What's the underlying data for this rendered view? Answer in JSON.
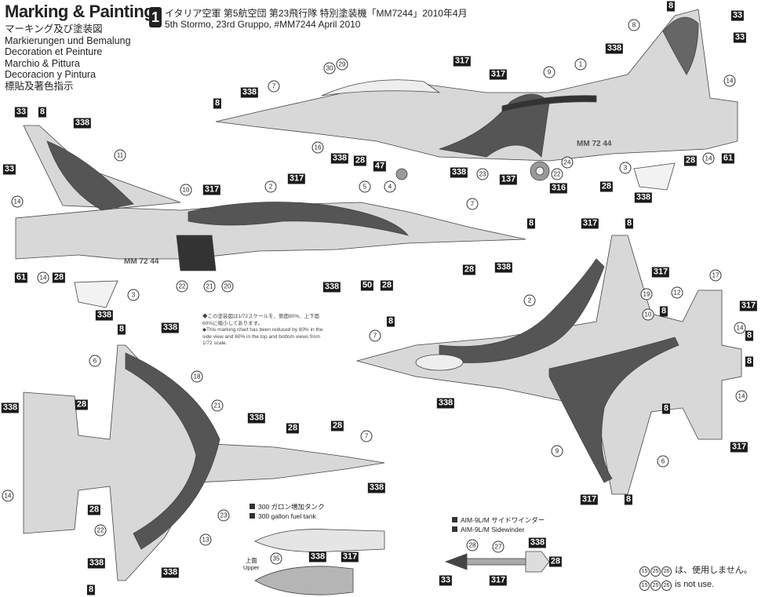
{
  "header": {
    "title": "Marking & Painting",
    "languages": [
      "マーキング及び塗装図",
      "Markierungen und Bemalung",
      "Decoration et Peinture",
      "Marchio & Pittura",
      "Decoracion y Pintura",
      "標貼及著色指示"
    ],
    "scheme_number": "1",
    "scheme_title_jp": "イタリア空軍 第5航空団 第23飛行隊 特別塗装機「MM7244」2010年4月",
    "scheme_title_en": "5th Stormo, 23rd Gruppo, #MM7244 April 2010"
  },
  "scale_note": {
    "jp": "◆この塗装図は1/72スケールを、側面80%、上下面60%に縮小してあります。",
    "en": "◆This marking chart has been reduced by 80% in the side view and 60% in the top and bottom views from 1/72 scale."
  },
  "serial_marking": "MM 72 44",
  "callouts": {
    "side_right": {
      "paint": [
        "8",
        "338",
        "317",
        "317",
        "338",
        "8",
        "33",
        "33",
        "338",
        "28",
        "47",
        "338",
        "137",
        "316",
        "28",
        "28",
        "61",
        "338"
      ],
      "decals": [
        "7",
        "30",
        "29",
        "16",
        "9",
        "1",
        "8",
        "14",
        "23",
        "22",
        "24",
        "3",
        "14"
      ]
    },
    "side_left": {
      "paint": [
        "33",
        "8",
        "338",
        "33",
        "317",
        "317",
        "8",
        "28",
        "338",
        "61",
        "28",
        "338",
        "50",
        "28",
        "338"
      ],
      "decals": [
        "11",
        "10",
        "2",
        "5",
        "4",
        "7",
        "14",
        "14",
        "22",
        "21",
        "20",
        "3"
      ]
    },
    "top_view": {
      "paint": [
        "8",
        "338",
        "338",
        "28",
        "338",
        "28",
        "28",
        "28",
        "338",
        "338",
        "338",
        "8"
      ],
      "decals": [
        "6",
        "18",
        "21",
        "7",
        "14",
        "22",
        "23",
        "13"
      ]
    },
    "bottom_view": {
      "paint": [
        "317",
        "8",
        "317",
        "8",
        "317",
        "8",
        "8",
        "8",
        "338",
        "8",
        "317",
        "317",
        "8"
      ],
      "decals": [
        "2",
        "7",
        "17",
        "12",
        "19",
        "10",
        "14",
        "14",
        "9",
        "6"
      ]
    },
    "fuel_tank": {
      "paint": [
        "338",
        "317"
      ],
      "decals": [
        "35"
      ]
    },
    "missile": {
      "paint": [
        "338",
        "28",
        "33",
        "317"
      ],
      "decals": [
        "28",
        "27"
      ]
    }
  },
  "fuel_tank": {
    "label_jp": "300 ガロン増加タンク",
    "label_en": "300 gallon fuel tank",
    "upper_jp": "上面",
    "upper_en": "Upper"
  },
  "missile": {
    "label_jp": "AIM-9L/M サイドワインダー",
    "label_en": "AIM-9L/M Sidewinder"
  },
  "footer": {
    "decals": [
      "15",
      "25",
      "26"
    ],
    "note_jp": "は、使用しません。",
    "note_en": "is not use."
  },
  "colors": {
    "light_gray": "#d8d8d8",
    "mid_gray": "#a9a9a9",
    "dark_gray": "#6e6e6e",
    "black": "#1a1a1a"
  }
}
